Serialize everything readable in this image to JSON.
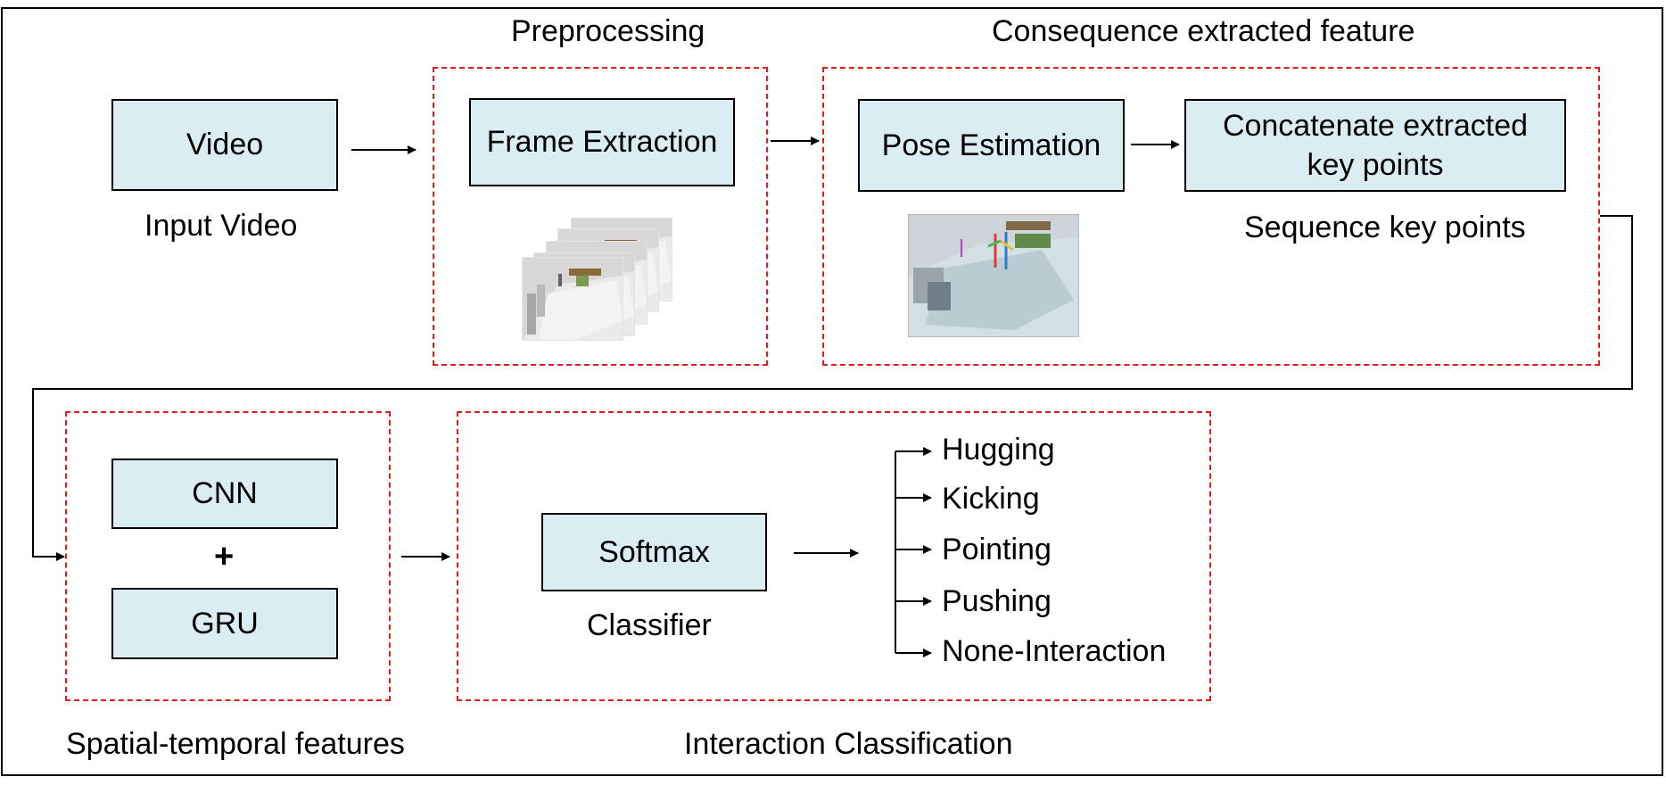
{
  "groups": {
    "preprocessing_title": "Preprocessing",
    "consequence_title": "Consequence extracted feature",
    "spatial_title": "Spatial-temporal features",
    "interaction_title": "Interaction Classification"
  },
  "nodes": {
    "video": "Video",
    "frame_extraction": "Frame Extraction",
    "pose_estimation": "Pose Estimation",
    "concatenate_line1": "Concatenate extracted",
    "concatenate_line2": "key points",
    "cnn": "CNN",
    "gru": "GRU",
    "softmax": "Softmax",
    "plus": "+"
  },
  "labels": {
    "input_video": "Input Video",
    "sequence_key_points": "Sequence key points",
    "classifier": "Classifier"
  },
  "classes": [
    "Hugging",
    "Kicking",
    "Pointing",
    "Pushing",
    "None-Interaction"
  ],
  "images": {
    "frames_stack": "stacked video frames thumbnail",
    "pose_frame": "pose estimation frame thumbnail"
  },
  "colors": {
    "node_fill": "#daedf2",
    "group_border": "#e31b1b",
    "line": "#000000"
  }
}
